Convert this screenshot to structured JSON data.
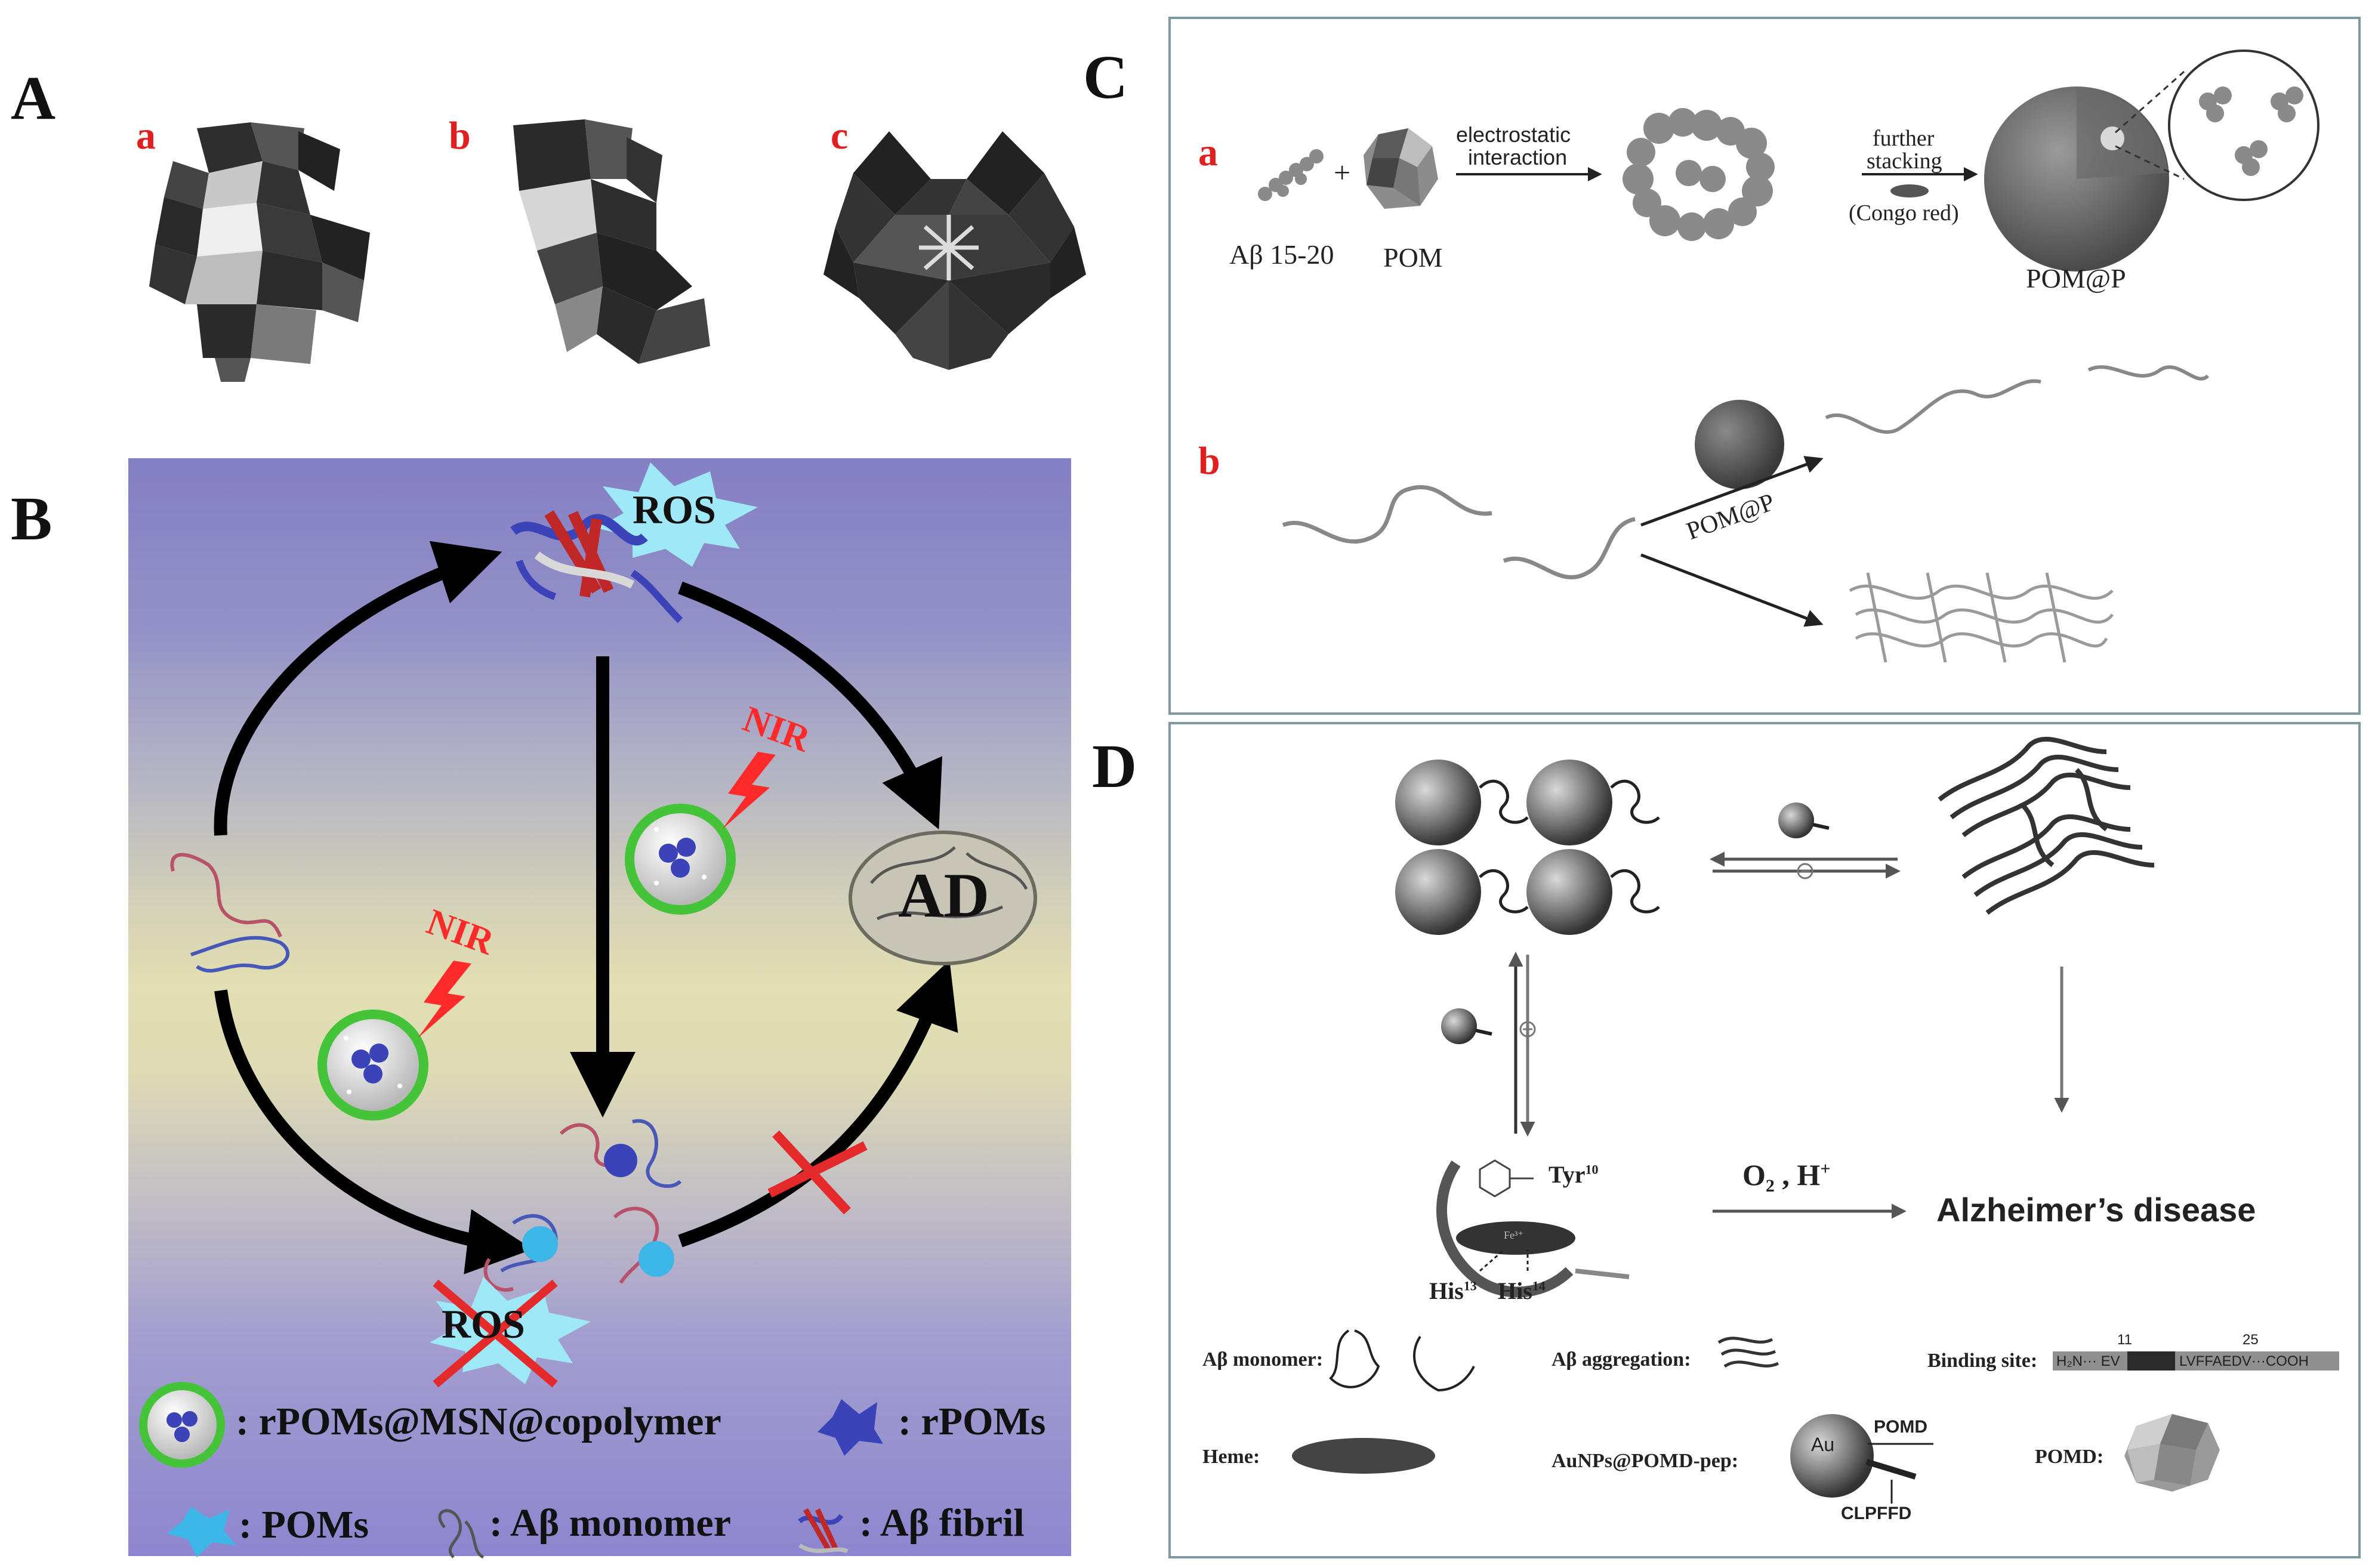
{
  "panels": {
    "A": {
      "letter": "A",
      "sub": [
        "a",
        "b",
        "c"
      ]
    },
    "B": {
      "letter": "B",
      "ros_top": "ROS",
      "ros_bottom": "ROS",
      "nir_1": "NIR",
      "nir_2": "NIR",
      "ad": "AD",
      "legend": {
        "carrier": ": rPOMs@MSN@copolymer",
        "rpoms": ": rPOMs",
        "poms": ": POMs",
        "monomer": ": Aβ monomer",
        "fibril": ": Aβ fibril"
      }
    },
    "C": {
      "letter": "C",
      "sub_a": "a",
      "sub_b": "b",
      "abeta": "Aβ 15-20",
      "plus": "+",
      "pom": "POM",
      "electrostatic_1": "electrostatic",
      "electrostatic_2": "interaction",
      "further": "further",
      "stacking": "stacking",
      "congo": "(Congo red)",
      "pomp": "POM@P",
      "pomp_arrow": "POM@P"
    },
    "D": {
      "letter": "D",
      "tyr": "Tyr",
      "tyr_sup": "10",
      "his13": "His",
      "his13_sup": "13",
      "his14": "His",
      "his14_sup": "14",
      "o2": "O",
      "o2_sub": "2",
      "h": " , H",
      "h_sup": "+",
      "alz": "Alzheimer’s disease",
      "fe": "Fe³⁺",
      "legend": {
        "monomer": "Aβ monomer:",
        "aggregation": "Aβ aggregation:",
        "binding": "Binding site:",
        "binding_seq_left": "H₂N··· EV",
        "binding_seq_right": "LVFFAEDV···COOH",
        "num11": "11",
        "num25": "25",
        "heme": "Heme:",
        "aunps": "AuNPs@POMD-pep:",
        "au": "Au",
        "pomd_label": "POMD",
        "clpffd": "CLPFFD",
        "pomd": "POMD:"
      }
    }
  },
  "colors": {
    "red_label": "#e02020",
    "nir_red": "#ff2b2b",
    "ros_blue": "#9fe8f7",
    "arrow_black": "#000000",
    "carrier_green": "#45c43a",
    "box_border": "#7f9a9e"
  }
}
